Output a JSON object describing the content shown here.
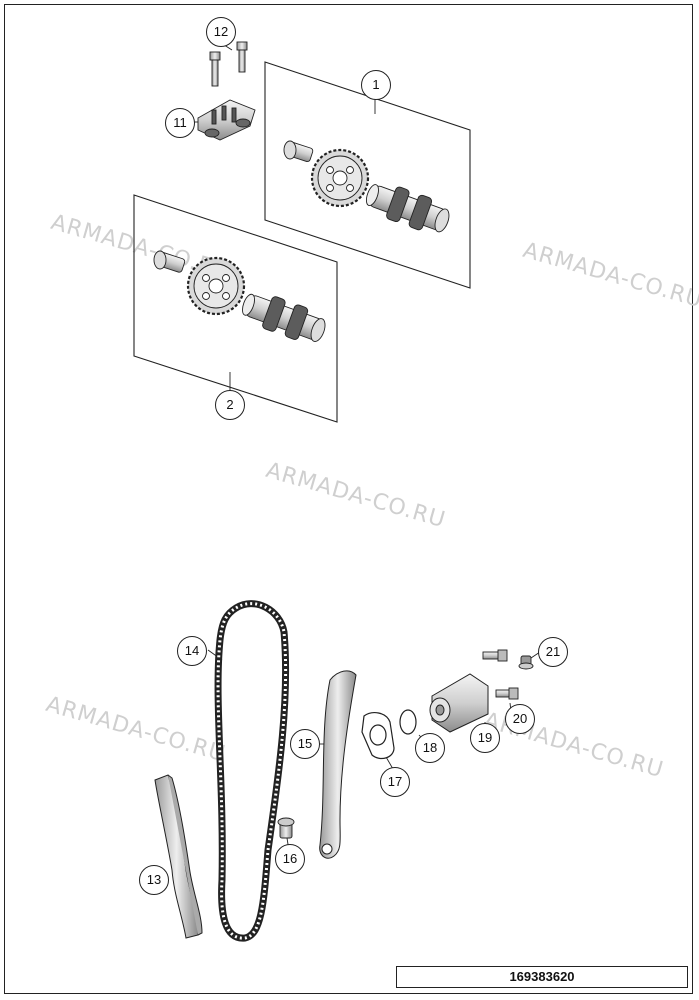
{
  "watermark": "ARMADA-CO.RU",
  "callouts": [
    "1",
    "2",
    "11",
    "12",
    "13",
    "14",
    "15",
    "16",
    "17",
    "18",
    "19",
    "20",
    "21"
  ],
  "drawing_code": "169383620",
  "colors": {
    "line": "#222222",
    "part_fill": "#e6e6e6",
    "part_dark": "#6a6a6a",
    "watermark": "#cfcfcf"
  }
}
